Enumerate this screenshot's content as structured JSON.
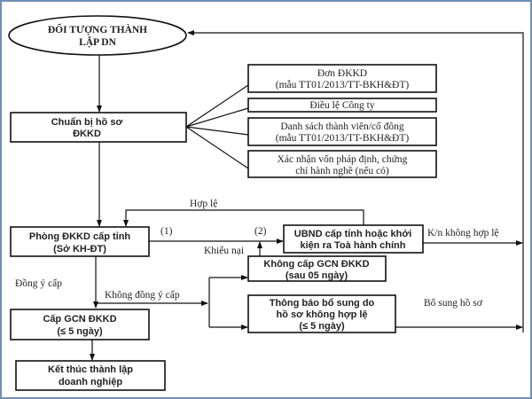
{
  "nodes": {
    "start": [
      "ĐỐI TƯỢNG THÀNH",
      "LẬP DN"
    ],
    "prepare": [
      "Chuẩn bị hồ sơ",
      "ĐKKD"
    ],
    "doc1": [
      "Đơn ĐKKD",
      "(mẫu TT01/2013/TT-BKH&ĐT)"
    ],
    "doc2": [
      "Điều lệ Công ty"
    ],
    "doc3": [
      "Danh sách thành viên/cổ đông",
      "(mẫu TT01/2013/TT-BKH&ĐT)"
    ],
    "doc4": [
      "Xác nhận vốn pháp định, chứng",
      "chỉ hành nghề (nếu có)"
    ],
    "office": [
      "Phòng ĐKKD cấp tỉnh",
      "(Sở KH-ĐT)"
    ],
    "court": [
      "UBND cấp tỉnh hoặc khởi",
      "kiện ra Toà hành chính"
    ],
    "refuse": [
      "Không cấp GCN ĐKKD",
      "(sau 05 ngày)"
    ],
    "notify": [
      "Thông báo bổ sung do",
      "hồ sơ không hợp lệ",
      "(≤ 5 ngày)"
    ],
    "issue": [
      "Cấp GCN ĐKKD",
      "(≤ 5 ngày)"
    ],
    "end": [
      "Kết thúc thành lập",
      "doanh nghiệp"
    ]
  },
  "edge_labels": {
    "valid": "Hợp lệ",
    "one": "(1)",
    "two": "(2)",
    "complaint": "Khiếu nại",
    "invalid_complaint": "K/n không hợp lệ",
    "agree": "Đồng ý cấp",
    "disagree": "Không đồng ý cấp",
    "supplement": "Bổ sung hồ sơ"
  },
  "colors": {
    "frame": "#6f8fb3",
    "line": "#111111"
  }
}
